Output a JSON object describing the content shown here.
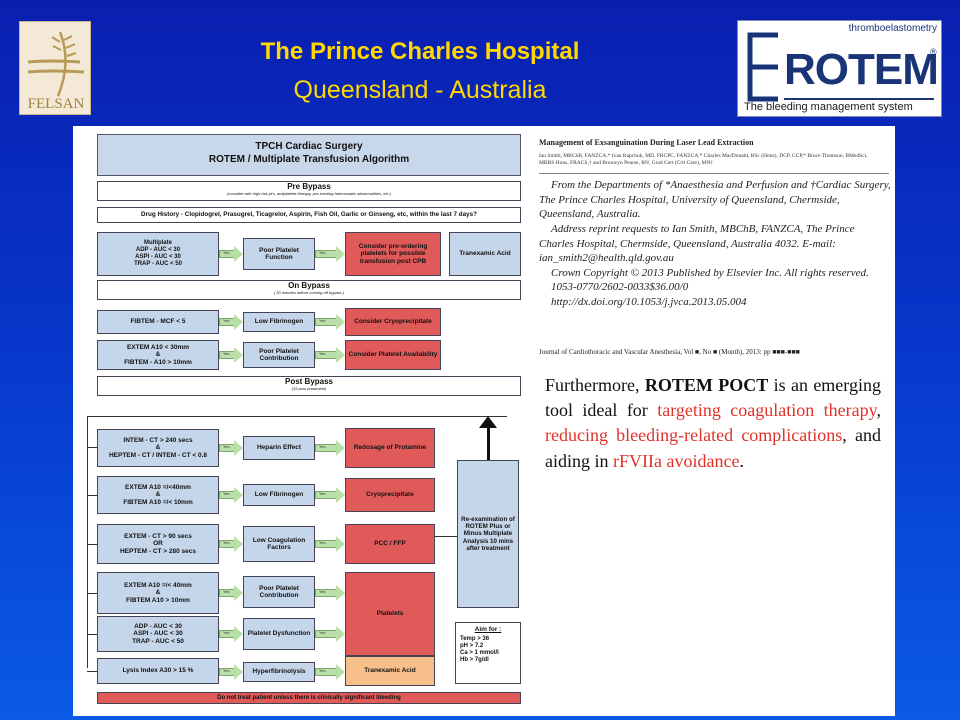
{
  "header": {
    "left_logo_text": "FELSAN",
    "title": "The Prince Charles Hospital",
    "subtitle": "Queensland - Australia",
    "right_logo": {
      "top_text": "thromboelastometry",
      "word": "ROTEM",
      "reg": "®",
      "tagline": "The bleeding management system"
    }
  },
  "algorithm": {
    "title_line1": "TPCH Cardiac Surgery",
    "title_line2": "ROTEM / Multiplate Transfusion Algorithm",
    "pre_bypass": "Pre Bypass",
    "pre_bypass_note": "(consider with high risk pt's, antiplatelet therapy, pre-existing haemostatic abnormalities, etc.)",
    "drug_history": "Drug History -  Clopidogrel, Prasugrel, Ticagrelor, Aspirin, Fish Oil, Garlic or Ginseng, etc, within the last 7 days?",
    "multiplate_box": "Multiplate\nADP - AUC < 30\nASPI - AUC < 30\nTRAP - AUC < 50",
    "poor_platelet_function": "Poor Platelet Function",
    "preorder": "Consider pre-ordering platelets for possible transfusion post CPB",
    "tranexamic_acid": "Tranexamic Acid",
    "on_bypass": "On Bypass",
    "on_bypass_note": "( 30 minutes before coming off bypass )",
    "fibtem_mcf": "FIBTEM - MCF < 5",
    "low_fibrinogen": "Low Fibrinogen",
    "consider_cryo": "Consider Cryoprecipitate",
    "extem_a10_box": "EXTEM A10 < 30mm\n&\nFIBTEM - A10 > 10mm",
    "poor_platelet_contribution": "Poor Platelet Contribution",
    "consider_platelet": "Consider Platelet Availability",
    "post_bypass": "Post Bypass",
    "post_bypass_note": "(15 post protamine)",
    "intem_box": "INTEM - CT > 240 secs\n&\nHEPTEM - CT / INTEM - CT < 0.8",
    "heparin_effect": "Heparin Effect",
    "redosage_protamine": "Redosage of Protamine",
    "extem_fibtem_box": "EXTEM A10 =/<40mm\n&\nFIBTEM A10 =/< 10mm",
    "low_fibrinogen_2": "Low Fibrinogen",
    "cryoprecipitate": "Cryoprecipitate",
    "extem_ct_box": "EXTEM - CT > 90 secs\nOR\nHEPTEM - CT > 280 secs",
    "low_coagulation": "Low Coagulation Factors",
    "pcc_ffp": "PCC / FFP",
    "extem_a10_box2": "EXTEM A10 =/< 40mm\n&\nFIBTEM A10 > 10mm",
    "poor_platelet_contribution_2": "Poor Platelet Contribution",
    "platelets": "Platelets",
    "multiplate_box2": "ADP - AUC < 30\nASPI - AUC < 30\nTRAP - AUC < 50",
    "platelet_dysfunction": "Platelet Dysfunction",
    "lysis_box": "Lysis Index A30 > 15 %",
    "hyperfibrinolysis": "Hyperfibrinolysis",
    "tranexamic_acid_2": "Tranexamic Acid",
    "reexamination": "Re-examination of ROTEM Plus or Minus Multiplate Analysis 10 mins after treatment",
    "aim_for_title": "Aim for :",
    "aim_for": [
      "Temp > 36",
      "pH > 7.2",
      "Ca > 1 mmol/l",
      "Hb > 7g/dl"
    ],
    "bottom_bar": "Do not treat patient unless there is clinically significant bleeding",
    "arrow_yes": "Yes"
  },
  "paper": {
    "title": "Management of Exsanguination During Laser Lead Extraction",
    "authors": "Ian Smith, MBChB, FANZCA,* Ivan Rapchuk, MD, FRCPC, FANZCA,* Charles MacDonald, BSc (Hons), DCP, CCP,* Bruce Thomson, BMedSci, MBBS Hons, FRACS,† and Bronwyn Pearse, RN, Grad Cert (Crit Care), MN†",
    "affiliation": "From the Departments of *Anaesthesia and Perfusion and †Cardiac Surgery, The Prince Charles Hospital, University of Queensland, Chermside, Queensland, Australia.",
    "address": "Address reprint requests to Ian Smith, MBChB, FANZCA, The Prince Charles Hospital, Chermside, Queensland, Australia 4032. E-mail: ian_smith2@health.qld.gov.au",
    "copyright": "Crown Copyright © 2013 Published by Elsevier Inc. All rights reserved.",
    "issn": "1053-0770/2602-0033$36.00/0",
    "doi": "http://dx.doi.org/10.1053/j.jvca.2013.05.004",
    "journal": "Journal of Cardiothoracic and Vascular Anesthesia, Vol ■, No ■ (Month), 2013: pp ■■■-■■■"
  },
  "quote": {
    "p1": "Furthermore, ",
    "p2": "ROTEM POCT",
    "p3": " is an emerging tool ideal for ",
    "p4": "targeting coagulation therapy",
    "p5": ", ",
    "p6": "reducing bleeding-related complications",
    "p7": ", and aiding in ",
    "p8": "rFVIIa avoidance",
    "p9": "."
  },
  "colors": {
    "background": "#0a2ec8",
    "title_yellow": "#ffd800",
    "box_blue": "#c6d6ea",
    "box_red": "#e05a5a",
    "box_orange": "#f7c08a",
    "arrow_green": "#b9e0a8",
    "quote_red": "#e0322a"
  }
}
